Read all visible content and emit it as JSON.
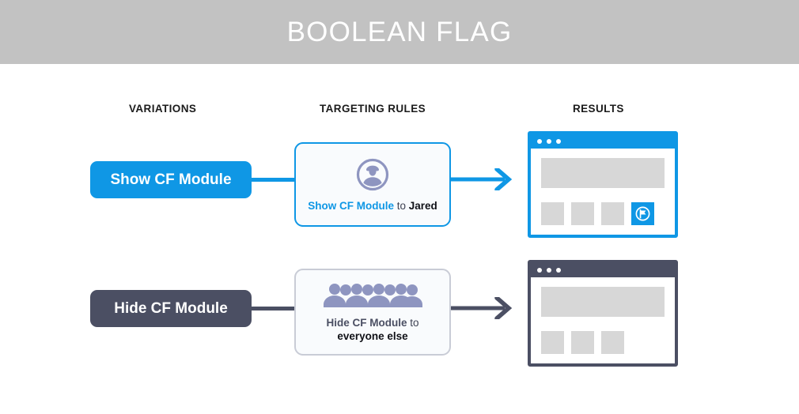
{
  "header": {
    "title": "BOOLEAN FLAG",
    "background_color": "#c2c2c2",
    "text_color": "#ffffff"
  },
  "columns": {
    "variations": "VARIATIONS",
    "targeting_rules": "TARGETING RULES",
    "results": "RESULTS"
  },
  "colors": {
    "accent_blue": "#0f97e5",
    "slate": "#4b4f63",
    "icon_purple": "#8e95c0",
    "placeholder_gray": "#d7d7d7",
    "card_border_gray": "#c9ccd6",
    "card_background": "#f9fbfd"
  },
  "rows": [
    {
      "id": "show",
      "variation_label": "Show CF Module",
      "variation_style": "blue",
      "rule_icon": "single-user-icon",
      "rule_text": {
        "flag": "Show CF Module",
        "connector": " to ",
        "audience": "Jared",
        "two_line": false
      },
      "arrow_style": "blue",
      "result": {
        "window_style": "blue",
        "dots": 3,
        "tiles": [
          "gray",
          "gray",
          "gray",
          "flag"
        ],
        "flag_tile_icon": "feature-flag-icon"
      }
    },
    {
      "id": "hide",
      "variation_label": "Hide CF Module",
      "variation_style": "slate",
      "rule_icon": "crowd-icon",
      "rule_text": {
        "flag": "Hide CF Module",
        "connector": " to",
        "audience": "everyone else",
        "two_line": true
      },
      "arrow_style": "slate",
      "result": {
        "window_style": "slate",
        "dots": 3,
        "tiles": [
          "gray",
          "gray",
          "gray"
        ],
        "flag_tile_icon": null
      }
    }
  ]
}
